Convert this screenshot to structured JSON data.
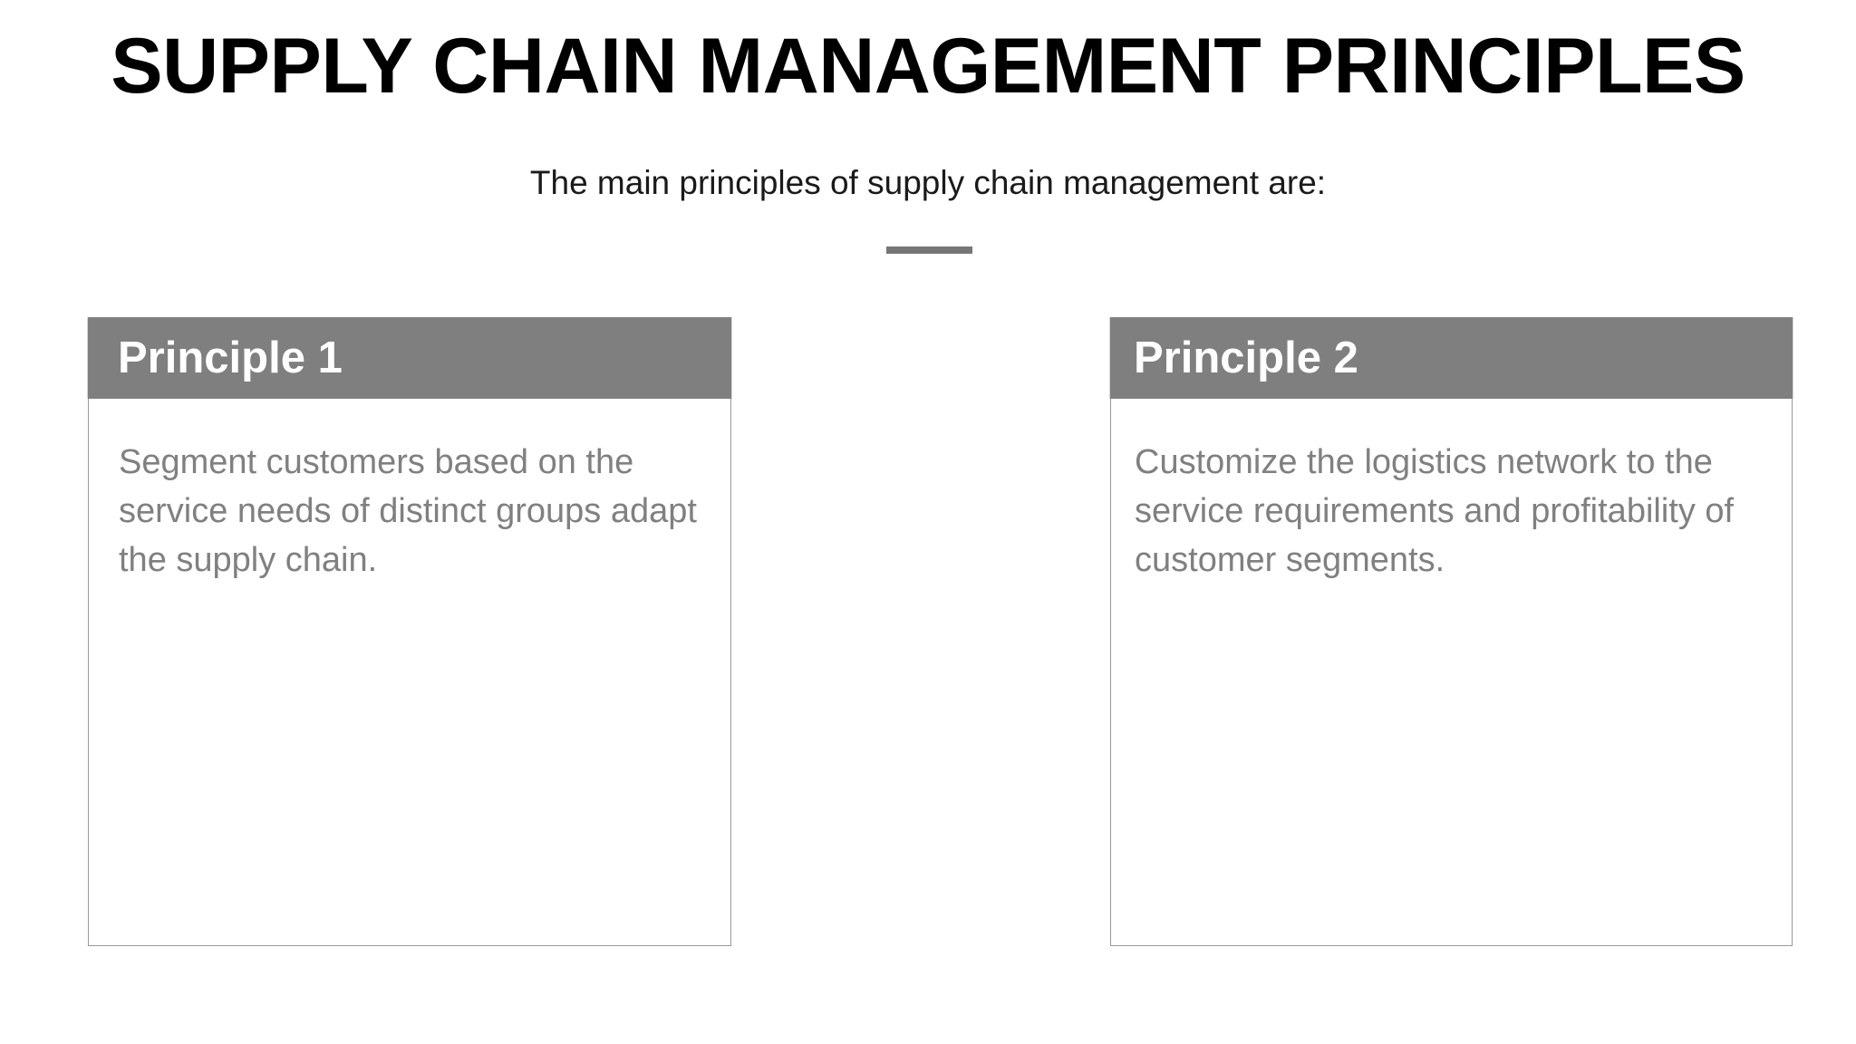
{
  "slide": {
    "title": "SUPPLY CHAIN MANAGEMENT PRINCIPLES",
    "subtitle": "The main principles of supply chain management are:",
    "background_color": "#ffffff",
    "title_color": "#000000",
    "subtitle_color": "#1a1a1a",
    "divider_color": "#767676",
    "header_color": "#7f7f7f",
    "header_text_color": "#ffffff",
    "body_text_color": "#808080",
    "card_border_color": "#9a9a9a"
  },
  "cards": [
    {
      "header": "Principle 1",
      "text": "Segment customers based on the service needs of distinct groups adapt the supply chain."
    },
    {
      "header": "Principle 2",
      "text": "Customize the logistics network to the service requirements and profitability of customer segments."
    }
  ]
}
